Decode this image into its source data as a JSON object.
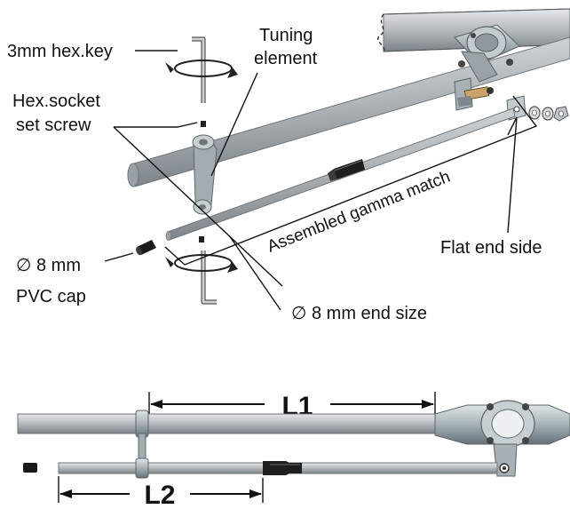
{
  "labels": {
    "hex_key": "3mm hex.key",
    "tuning_1": "Tuning",
    "tuning_2": "element",
    "setscrew_1": "Hex.socket",
    "setscrew_2": "set screw",
    "gamma": "Assembled gamma match",
    "flat_end": "Flat end side",
    "cap_1": "∅ 8 mm",
    "cap_2": "PVC cap",
    "end_size": "∅ 8 mm end size",
    "l1": "L1",
    "l2": "L2"
  },
  "colors": {
    "tube": "#b9bec2",
    "tube_dark": "#6f767b",
    "clamp": "#a9b3b7",
    "clamp_dark": "#5c6569",
    "sleeve": "#1e1e1e",
    "line": "#111111"
  }
}
